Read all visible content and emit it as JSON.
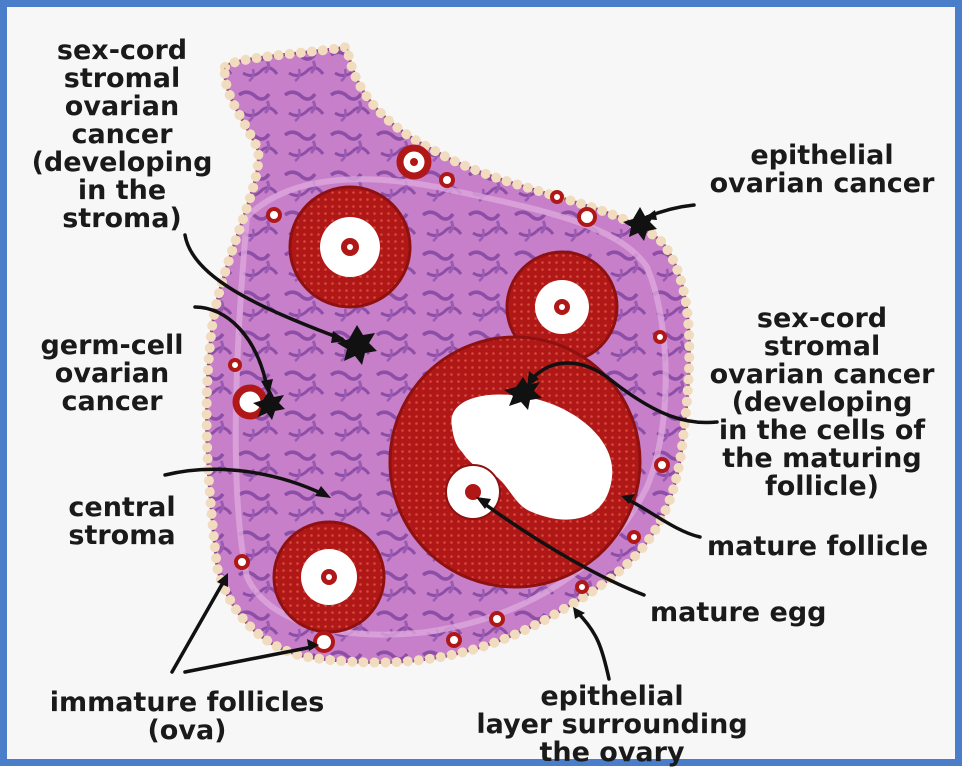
{
  "labels": {
    "sex_cord_stroma": "sex-cord\nstromal\novarian\ncancer\n(developing\nin the\nstroma)",
    "epithelial_cancer": "epithelial\novarian cancer",
    "sex_cord_follicle": "sex-cord\nstromal\novarian cancer\n(developing\nin the cells of\nthe maturing\nfollicle)",
    "germ_cell_cancer": "germ-cell\novarian\ncancer",
    "central_stroma": "central\nstroma",
    "mature_follicle": "mature follicle",
    "mature_egg": "mature egg",
    "immature_follicles": "immature follicles\n(ova)",
    "epithelial_layer": "epithelial\nlayer surrounding\nthe ovary"
  },
  "colors": {
    "frame": "#4a7ecb",
    "tissue": "#c67fc8",
    "stroma_streak": "#8c4ea6",
    "follicle_red": "#b01818",
    "epithelium_bead": "#f2dcc0",
    "tumor_mark": "#111111"
  }
}
